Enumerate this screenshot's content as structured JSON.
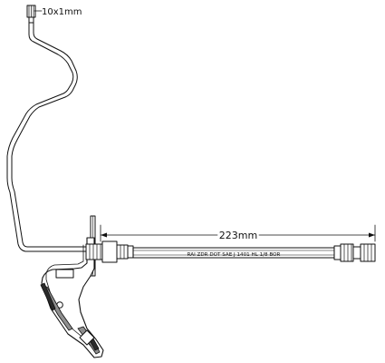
{
  "labels": {
    "thread_spec": "10x1mm",
    "hose_length": "223mm",
    "hose_print": "RAI ZDR DOT SAE J 1401 HL 1/8 BOR"
  },
  "colors": {
    "line": "#111111",
    "grey_fill": "#8f8f8f",
    "dark_fill": "#2a2a2a",
    "background": "#ffffff"
  }
}
